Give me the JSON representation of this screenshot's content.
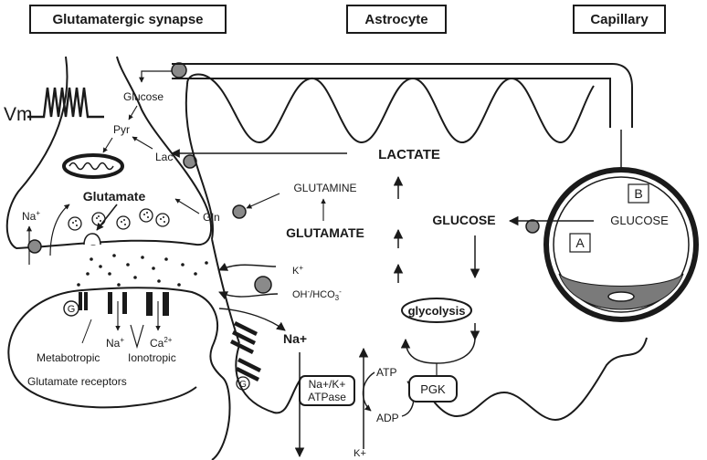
{
  "headers": {
    "synapse": "Glutamatergic synapse",
    "astrocyte": "Astrocyte",
    "capillary": "Capillary"
  },
  "neuron": {
    "vm": "Vm",
    "glucose": "Glucose",
    "pyr": "Pyr",
    "lac": "Lac",
    "glutamate": "Glutamate",
    "gln": "Gln",
    "na": "Na",
    "na_sup": "+"
  },
  "postsynaptic": {
    "na": "Na",
    "na_sup": "+",
    "ca": "Ca",
    "ca_sup": "2+",
    "g": "G",
    "g2": "G",
    "metabotropic": "Metabotropic",
    "ionotropic": "Ionotropic",
    "receptors": "Glutamate receptors"
  },
  "astrocyte": {
    "lactate": "LACTATE",
    "glutamine": "GLUTAMINE",
    "glutamate": "GLUTAMATE",
    "glucose": "GLUCOSE",
    "k": "K",
    "k_sup": "+",
    "oh": "OH",
    "oh_sup": "-",
    "hco3": "/HCO",
    "hco3_sub": "3",
    "hco3_sup": "-",
    "na": "Na+",
    "glycolysis": "glycolysis",
    "pump_line1": "Na+/K+",
    "pump_line2": "ATPase",
    "atp": "ATP",
    "adp": "ADP",
    "pgk": "PGK",
    "k_bottom": "K+"
  },
  "capillary": {
    "glucose": "GLUCOSE",
    "label_b": "B",
    "label_a": "A"
  }
}
